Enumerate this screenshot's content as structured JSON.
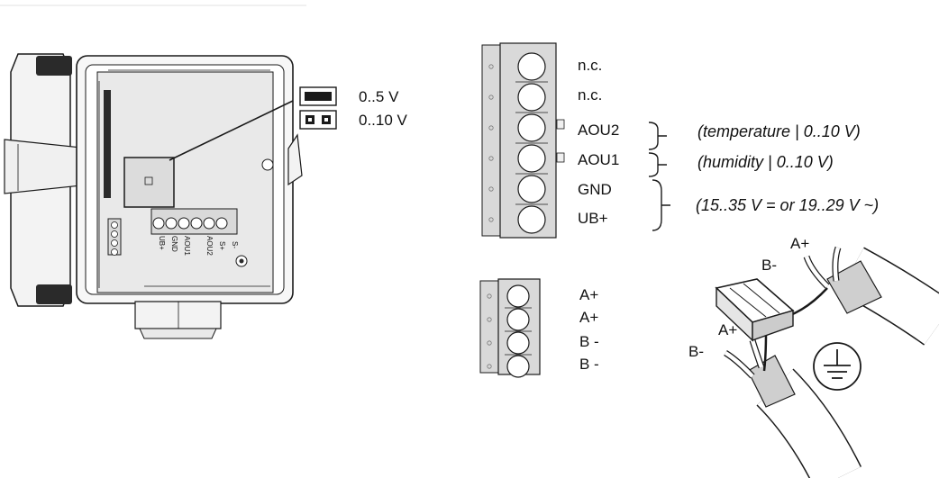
{
  "jumpers": [
    {
      "label": "0..5 V"
    },
    {
      "label": "0..10 V"
    }
  ],
  "device_terminal_labels": [
    "S-",
    "S+",
    "AOU2",
    "AOU1",
    "GND",
    "UB+"
  ],
  "terminal_block_large": [
    "n.c.",
    "n.c.",
    "AOU2",
    "AOU1",
    "GND",
    "UB+"
  ],
  "annotations": {
    "aou2": "(temperature | 0..10 V)",
    "aou1": "(humidity | 0..10 V)",
    "power": "(15..35 V = or 19..29 V ~)"
  },
  "terminal_block_small": [
    "A+",
    "A+",
    "B -",
    "B -"
  ],
  "cable_labels": {
    "top_a": "A+",
    "top_b": "B-",
    "bottom_a": "A+",
    "bottom_b": "B-"
  },
  "icons": {
    "ground": "ground-icon",
    "jumper_open": "jumper-open-icon",
    "jumper_bridged": "jumper-bridged-icon"
  },
  "colors": {
    "line": "#1a1a1a",
    "housing": "#e9e9e9",
    "housing_dark": "#2a2a2a",
    "terminal": "#d9d9d9"
  }
}
